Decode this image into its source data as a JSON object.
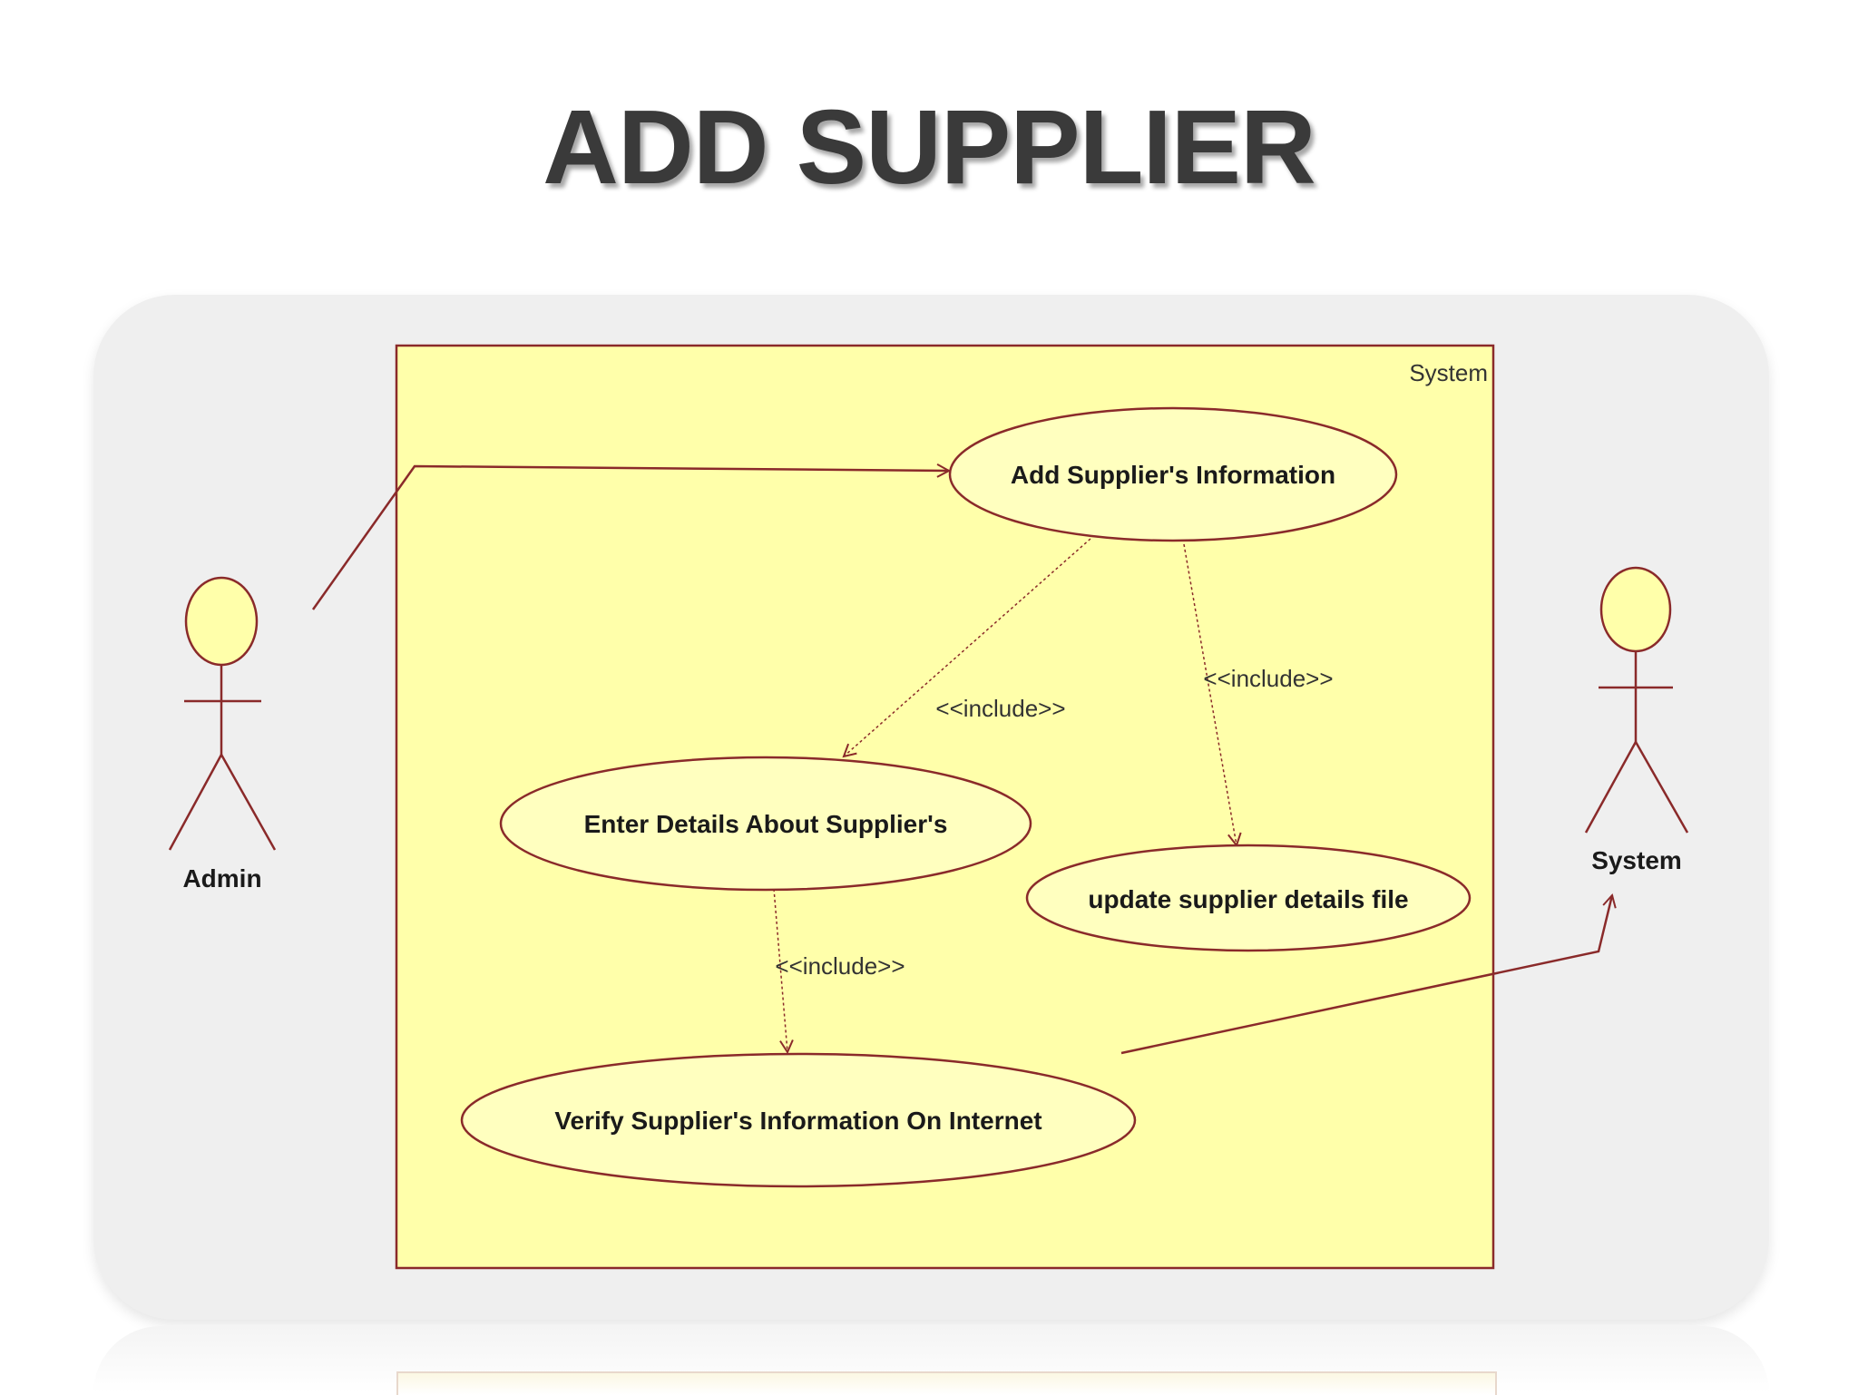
{
  "title": "ADD SUPPLIER",
  "colors": {
    "boundary_fill": "#ffffaa",
    "usecase_fill": "#ffffbf",
    "line": "#8a2a2a",
    "actor_head": "#ffffaa"
  },
  "system_boundary": {
    "label": "System"
  },
  "actors": [
    {
      "name": "Admin"
    },
    {
      "name": "System"
    }
  ],
  "use_cases": [
    {
      "label": "Add Supplier's Information"
    },
    {
      "label": "Enter Details About Supplier's"
    },
    {
      "label": "update supplier details file"
    },
    {
      "label": "Verify Supplier's Information On Internet"
    }
  ],
  "relationships": [
    {
      "from": "Add Supplier's Information",
      "to": "Enter Details About Supplier's",
      "label": "<<include>>"
    },
    {
      "from": "Add Supplier's Information",
      "to": "update supplier details file",
      "label": "<<include>>"
    },
    {
      "from": "Enter Details About Supplier's",
      "to": "Verify Supplier's Information On Internet",
      "label": "<<include>>"
    }
  ]
}
